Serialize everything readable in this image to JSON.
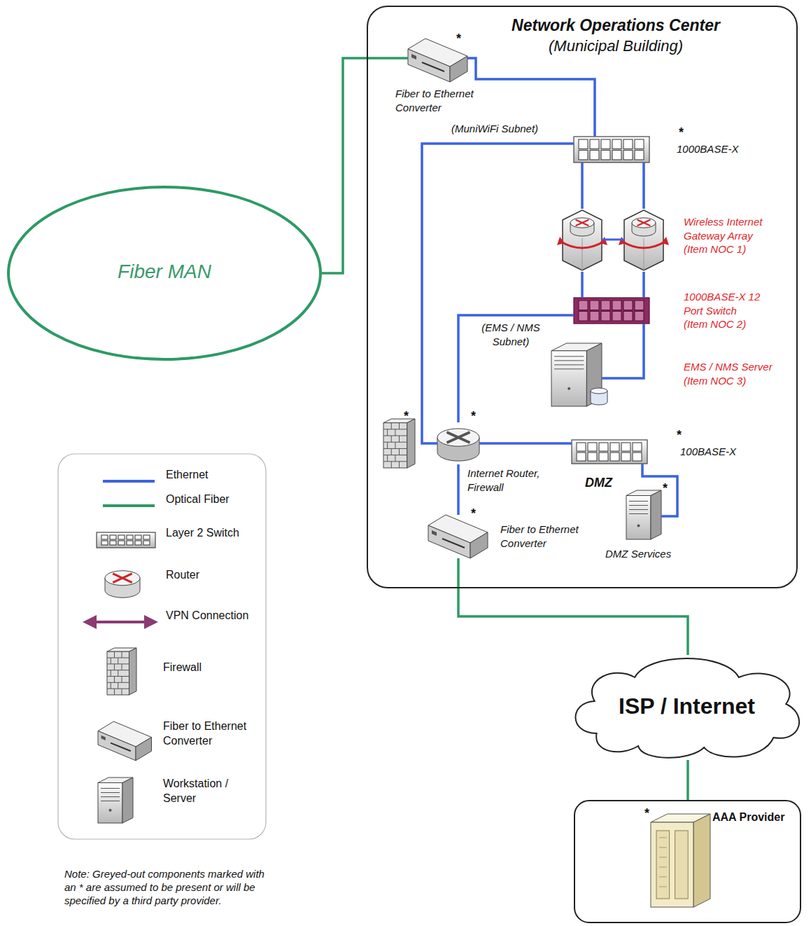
{
  "diagram": {
    "nodes": [
      {
        "text": [
          "Network Operations Center",
          "(Municipal Building)"
        ]
      },
      {
        "text": [
          "Fiber MAN"
        ]
      },
      {
        "text": [
          "Fiber to Ethernet Converter"
        ],
        "in": 0
      },
      {
        "text": [
          "1000BASE-X"
        ],
        "in": 0
      },
      {
        "text": [
          "Wireless Internet Gateway Array (Item NOC 1)"
        ],
        "in": 0
      },
      {
        "text": [
          "1000BASE-X 12 Port Switch (Item NOC 2)"
        ],
        "in": 0
      },
      {
        "text": [
          "EMS / NMS Server (Item NOC 3)"
        ],
        "in": 0
      },
      {
        "text": [
          "Internet Router, Firewall"
        ],
        "in": 0
      },
      {
        "text": [
          "100BASE-X"
        ],
        "in": 0
      },
      {
        "text": [
          "DMZ Services"
        ],
        "in": 0
      },
      {
        "text": [
          "Fiber to Ethernet Converter"
        ],
        "in": 0
      },
      {
        "text": [
          "ISP / Internet"
        ]
      },
      {
        "text": [
          "AAA Provider"
        ]
      }
    ],
    "edges": [
      {
        "from": 1,
        "to": 2,
        "arrow": "none"
      },
      {
        "from": 2,
        "to": 3,
        "arrow": "none"
      },
      {
        "from": 3,
        "to": 4,
        "arrow": "none"
      },
      {
        "from": 3,
        "to": 4,
        "arrow": "none"
      },
      {
        "from": 4,
        "to": 5,
        "arrow": "none"
      },
      {
        "from": 4,
        "to": 5,
        "arrow": "none"
      },
      {
        "from": 5,
        "to": 6,
        "arrow": "none"
      },
      {
        "from": 5,
        "to": 7,
        "label": "(EMS / NMS Subnet)",
        "arrow": "none"
      },
      {
        "from": 3,
        "to": 7,
        "label": "(MuniWiFi Subnet)",
        "arrow": "none"
      },
      {
        "from": 7,
        "to": 8,
        "arrow": "none"
      },
      {
        "from": 8,
        "to": 9,
        "arrow": "none"
      },
      {
        "from": 7,
        "to": 10,
        "arrow": "none"
      },
      {
        "from": 10,
        "to": 11,
        "arrow": "none"
      },
      {
        "from": 11,
        "to": 12,
        "arrow": "none"
      }
    ],
    "labels": [
      "*",
      "*",
      "*",
      "*",
      "*",
      "DMZ",
      "*",
      "*",
      "*",
      "Note: Greyed-out components marked with an * are assumed to be present or will be specified by a third party provider."
    ],
    "legend": [
      {
        "text": "Ethernet"
      },
      {
        "text": "Optical Fiber"
      },
      {
        "text": "Layer 2 Switch"
      },
      {
        "text": "Router"
      },
      {
        "text": "VPN Connection"
      },
      {
        "text": "Firewall"
      },
      {
        "text": "Fiber to Ethernet Converter"
      },
      {
        "text": "Workstation / Server"
      }
    ]
  }
}
